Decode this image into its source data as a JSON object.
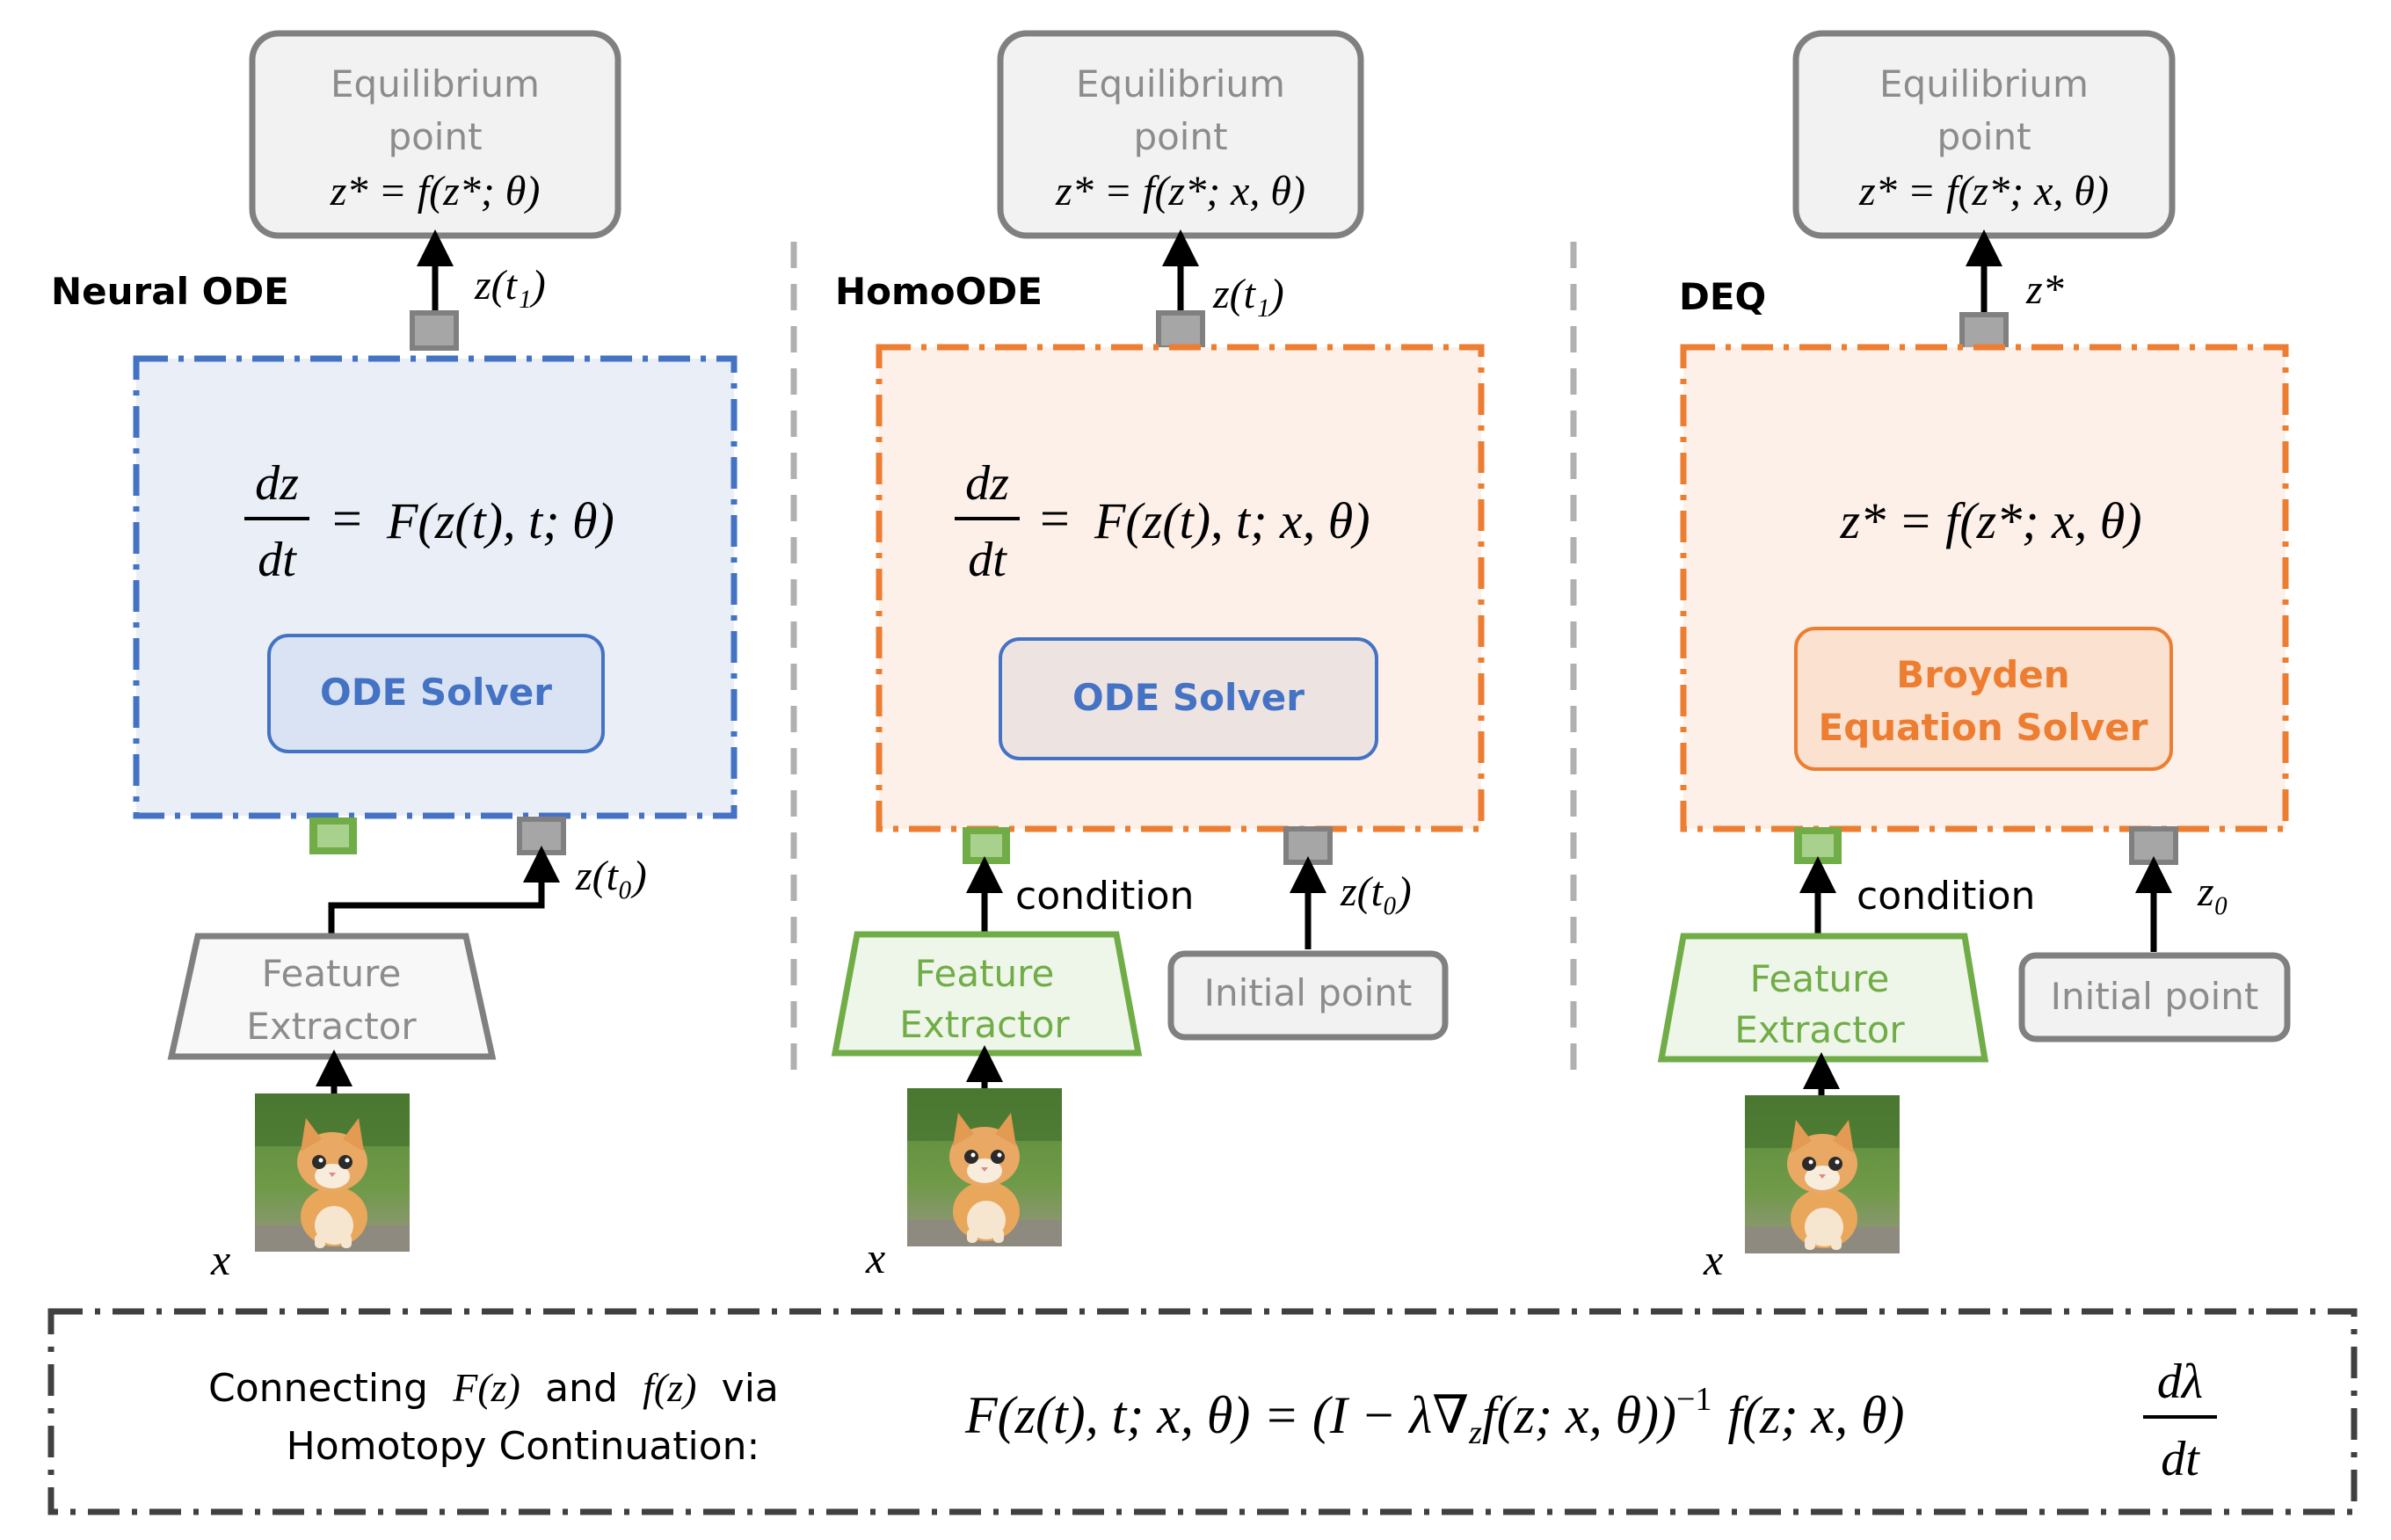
{
  "panels": [
    {
      "title": "Neural ODE",
      "equilibrium": {
        "line1": "Equilibrium",
        "line2": "point",
        "formula": "z* = f(z*; θ)"
      },
      "output_label": "z(t₁)",
      "dynamics_formula": "F(z(t), t; θ)",
      "solver": "ODE Solver",
      "feature": {
        "line1": "Feature",
        "line2": "Extractor"
      },
      "init_label": "z(t₀)",
      "input_label": "x"
    },
    {
      "title": "HomoODE",
      "equilibrium": {
        "line1": "Equilibrium",
        "line2": "point",
        "formula": "z* = f(z*; x, θ)"
      },
      "output_label": "z(t₁)",
      "dynamics_formula": "F(z(t), t; x, θ)",
      "solver": "ODE Solver",
      "condition_label": "condition",
      "feature": {
        "line1": "Feature",
        "line2": "Extractor"
      },
      "init_box": "Initial point",
      "init_label": "z(t₀)",
      "input_label": "x"
    },
    {
      "title": "DEQ",
      "equilibrium": {
        "line1": "Equilibrium",
        "line2": "point",
        "formula": "z* = f(z*; x, θ)"
      },
      "output_label": "z*",
      "fixed_point_formula": "z* = f(z*; x, θ)",
      "solver": {
        "line1": "Broyden",
        "line2": "Equation Solver"
      },
      "condition_label": "condition",
      "feature": {
        "line1": "Feature",
        "line2": "Extractor"
      },
      "init_box": "Initial point",
      "init_label": "z₀",
      "input_label": "x"
    }
  ],
  "fraction": {
    "num": "dz",
    "den": "dt"
  },
  "bottom": {
    "prefix": "Connecting",
    "F": "F(z)",
    "and": "and",
    "f": "f(z)",
    "via": "via",
    "line2": "Homotopy Continuation:",
    "lhs": "F(z(t), t; x, θ) = (I − λ∇",
    "sub": "z",
    "mid": "f(z; x, θ))",
    "sup": "−1",
    "rhs": "f(z; x, θ)",
    "frac_num": "dλ",
    "frac_den": "dt"
  },
  "colors": {
    "blue": "#4472C4",
    "blue_fill": "#E9EEF7",
    "blue_solver_fill": "#DAE3F3",
    "orange": "#ED7D31",
    "orange_fill": "#FDF0E9",
    "orange_solver_fill": "#FBE1D0",
    "green": "#70AD47",
    "green_fill": "#EEF5E9",
    "gray": "#808080",
    "gray_text": "#8C8C8C",
    "gray_fill": "#F2F2F2",
    "port_gray": "#A6A6A6"
  }
}
